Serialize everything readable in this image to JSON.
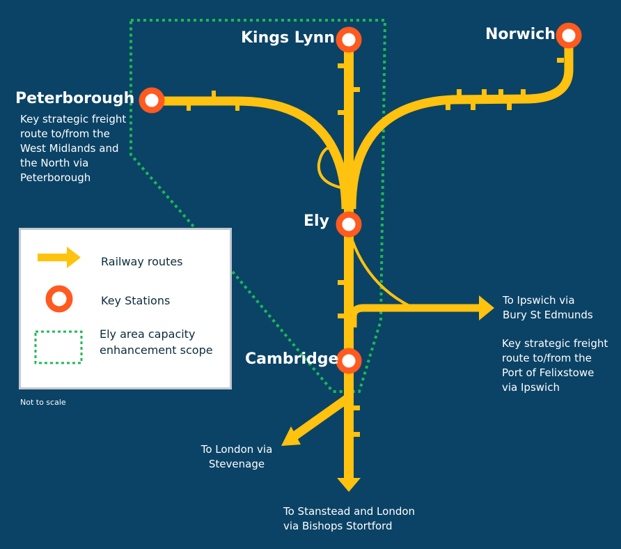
{
  "stations": {
    "kings_lynn": "Kings Lynn",
    "norwich": "Norwich",
    "peterborough": "Peterborough",
    "ely": "Ely",
    "cambridge": "Cambridge"
  },
  "annotations": {
    "peterborough_note": [
      "Key strategic freight",
      "route to/from the",
      "West Midlands and",
      "the North via",
      "Peterborough"
    ],
    "ipswich": [
      "To Ipswich via",
      "Bury St Edmunds"
    ],
    "felixstowe_note": [
      "Key strategic freight",
      "route to/from the",
      "Port of Felixstowe",
      "via Ipswich"
    ],
    "london_stevenage": [
      "To London via",
      "Stevenage"
    ],
    "stansted": [
      "To Stanstead and London",
      "via Bishops Stortford"
    ]
  },
  "legend": {
    "railway_routes": "Railway routes",
    "key_stations": "Key Stations",
    "scope_line1": "Ely area capacity",
    "scope_line2": "enhancement scope"
  },
  "footnote": "Not to scale",
  "colors": {
    "background": "#0b4366",
    "railway": "#ffc20e",
    "station": "#ff5a1f",
    "scope": "#1db954"
  }
}
